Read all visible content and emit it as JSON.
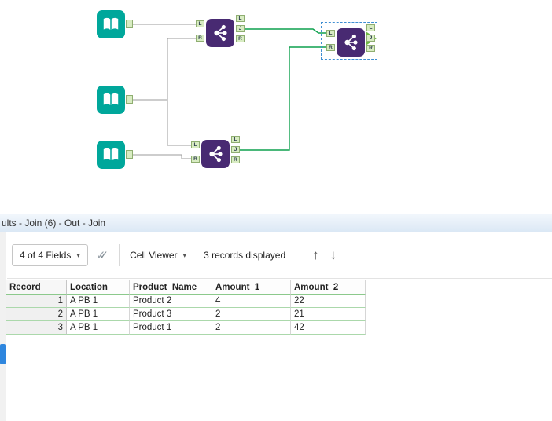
{
  "canvas": {
    "anchors": {
      "l": "L",
      "j": "J",
      "r": "R"
    }
  },
  "icons": {
    "caret": "▾",
    "check": "✓",
    "up": "↑",
    "down": "↓"
  },
  "results": {
    "title": "ults - Join (6) - Out - Join",
    "toolbar": {
      "fields_label": "4 of 4 Fields",
      "cell_viewer_label": "Cell Viewer",
      "records_label": "3 records displayed"
    },
    "table": {
      "columns": [
        "Record",
        "Location",
        "Product_Name",
        "Amount_1",
        "Amount_2"
      ],
      "rows": [
        [
          "1",
          "A PB 1",
          "Product 2",
          "4",
          "22"
        ],
        [
          "2",
          "A PB 1",
          "Product 3",
          "2",
          "21"
        ],
        [
          "3",
          "A PB 1",
          "Product 1",
          "2",
          "42"
        ]
      ]
    }
  }
}
